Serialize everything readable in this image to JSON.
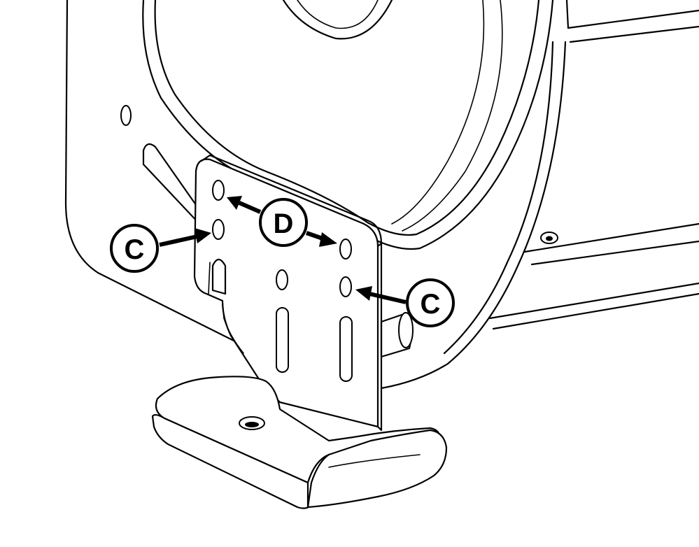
{
  "callouts": {
    "c_left": "C",
    "c_right": "C",
    "d_center": "D"
  },
  "colors": {
    "line": "#000000",
    "background": "#ffffff"
  }
}
